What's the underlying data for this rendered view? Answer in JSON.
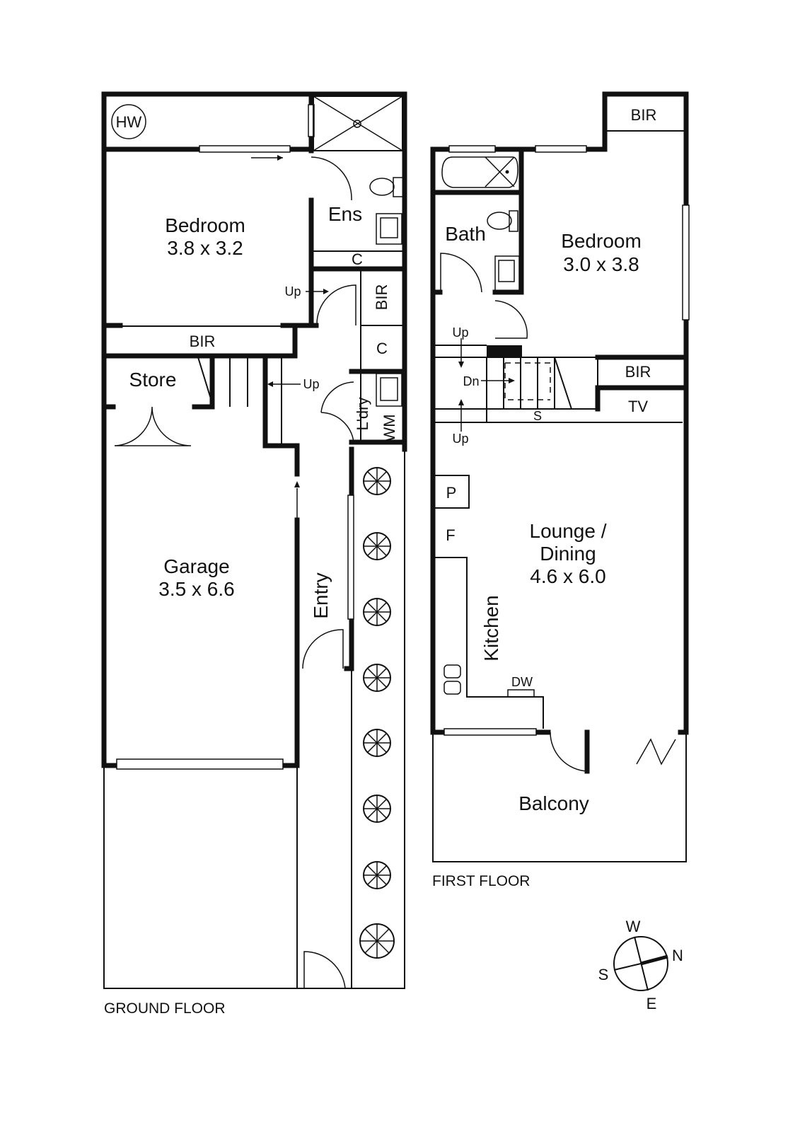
{
  "ground_floor": {
    "caption": "GROUND FLOOR",
    "rooms": {
      "hot_water": "HW",
      "bedroom_name": "Bedroom",
      "bedroom_size": "3.8 x 3.2",
      "ensuite": "Ens",
      "ens_cupboard": "C",
      "bir_small": "BIR",
      "cupboard": "C",
      "bir": "BIR",
      "store": "Store",
      "laundry": "L'dry",
      "washing_machine": "WM",
      "garage_name": "Garage",
      "garage_size": "3.5 x 6.6",
      "entry": "Entry",
      "up_1": "Up",
      "up_2": "Up"
    }
  },
  "first_floor": {
    "caption": "FIRST FLOOR",
    "rooms": {
      "bir_top": "BIR",
      "bath": "Bath",
      "bedroom_name": "Bedroom",
      "bedroom_size": "3.0 x 3.8",
      "up_1": "Up",
      "down": "Dn",
      "up_2": "Up",
      "bir": "BIR",
      "tv": "TV",
      "storage": "S",
      "pantry": "P",
      "fridge": "F",
      "kitchen": "Kitchen",
      "dishwasher": "DW",
      "lounge_name_1": "Lounge /",
      "lounge_name_2": "Dining",
      "lounge_size": "4.6 x 6.0",
      "balcony": "Balcony"
    }
  },
  "compass": {
    "n": "N",
    "s": "S",
    "e": "E",
    "w": "W"
  }
}
